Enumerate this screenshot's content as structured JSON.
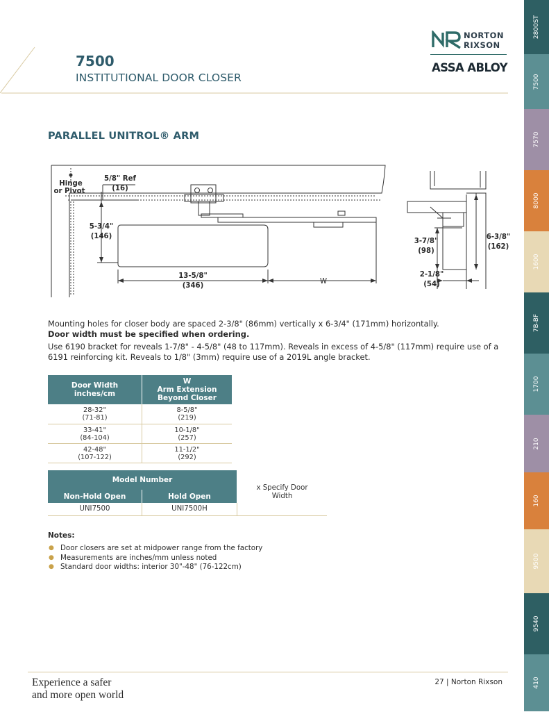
{
  "header": {
    "product_number": "7500",
    "product_name": "INSTITUTIONAL DOOR CLOSER",
    "logo_line1": "NORTON",
    "logo_line2": "RIXSON",
    "brand": "ASSA ABLOY"
  },
  "section_title": "PARALLEL UNITROL® ARM",
  "diagram": {
    "hinge_label_1": "Hinge",
    "hinge_label_2": "or Pivot",
    "ref_label": "5/8\" Ref",
    "ref_metric": "(16)",
    "height_label": "5-3/4\"",
    "height_metric": "(146)",
    "length_label": "13-5/8\"",
    "length_metric": "(346)",
    "w_label": "W",
    "side_height_label": "3-7/8\"",
    "side_height_metric": "(98)",
    "side_total_label": "6-3/8\"",
    "side_total_metric": "(162)",
    "side_depth_label": "2-1/8\"",
    "side_depth_metric": "(54)"
  },
  "body": {
    "para1": "Mounting holes for closer body are spaced 2-3/8\" (86mm) vertically x 6-3/4\" (171mm) horizontally.",
    "para1_bold": "Door width must be specified when ordering.",
    "para2": "Use 6190 bracket for reveals 1-7/8\" - 4-5/8\" (48 to 117mm). Reveals in excess of 4-5/8\" (117mm) require use of a 6191 reinforcing kit. Reveals to 1/8\" (3mm) require use of a 2019L angle bracket."
  },
  "width_table": {
    "col1_header_1": "Door Width",
    "col1_header_2": "inches/cm",
    "col2_header_1": "W",
    "col2_header_2": "Arm Extension",
    "col2_header_3": "Beyond Closer",
    "rows": [
      {
        "width_in": "28-32\"",
        "width_cm": "(71-81)",
        "ext_in": "8-5/8\"",
        "ext_mm": "(219)"
      },
      {
        "width_in": "33-41\"",
        "width_cm": "(84-104)",
        "ext_in": "10-1/8\"",
        "ext_mm": "(257)"
      },
      {
        "width_in": "42-48\"",
        "width_cm": "(107-122)",
        "ext_in": "11-1/2\"",
        "ext_mm": "(292)"
      }
    ]
  },
  "model_table": {
    "header": "Model Number",
    "col1": "Non-Hold Open",
    "col2": "Hold Open",
    "val1": "UNI7500",
    "val2": "UNI7500H",
    "note": "x Specify Door Width"
  },
  "notes": {
    "title": "Notes:",
    "items": [
      "Door closers are set at midpower range from the factory",
      "Measurements are inches/mm unless noted",
      "Standard door widths:   interior 30\"-48\" (76-122cm)"
    ]
  },
  "footer": {
    "tagline_1": "Experience a safer",
    "tagline_2": "and more open world",
    "page": "27 | Norton Rixson"
  },
  "side_tabs": [
    {
      "label": "2800ST",
      "color": "#2e5f63"
    },
    {
      "label": "7500",
      "color": "#5c8f93"
    },
    {
      "label": "7570",
      "color": "#9e8fa6"
    },
    {
      "label": "8000",
      "color": "#d9813c"
    },
    {
      "label": "1600",
      "color": "#e8d9b5"
    },
    {
      "label": "7B-BF",
      "color": "#2e5f63"
    },
    {
      "label": "1700",
      "color": "#5c8f93"
    },
    {
      "label": "210",
      "color": "#9e8fa6"
    },
    {
      "label": "160",
      "color": "#d9813c"
    },
    {
      "label": "9500",
      "color": "#e8d9b5"
    },
    {
      "label": "9540",
      "color": "#2e5f63"
    },
    {
      "label": "410",
      "color": "#5c8f93"
    }
  ]
}
